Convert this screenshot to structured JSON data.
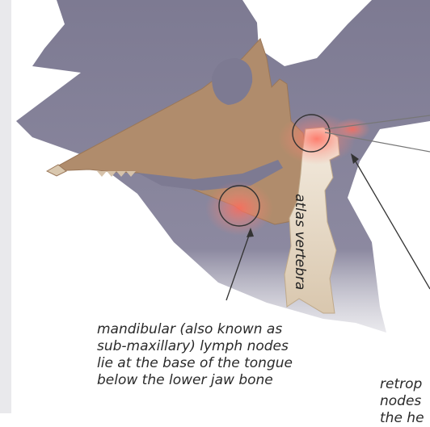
{
  "labels": {
    "vertebra": "atlas vertebra",
    "mandibular_caption": "mandibular (also known as\nsub-maxillary) lymph nodes\nlie at the base of the tongue\nbelow the lower jaw bone",
    "retro_caption": "retrop\nnodes\nthe he"
  },
  "colors": {
    "head_shadow": "#7d7a92",
    "skull": "#b08c6c",
    "vertebra": "#e8dccb",
    "node_glow": "#ff5a4e",
    "leader_line": "#333333",
    "left_strip": "#e9e9ec"
  }
}
